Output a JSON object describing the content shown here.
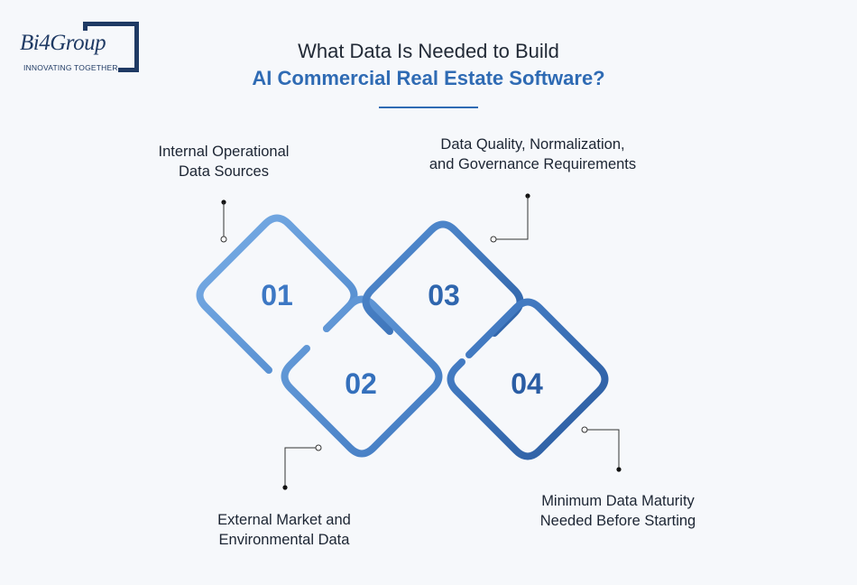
{
  "logo": {
    "wordmark": "Bi4Group",
    "tagline": "INNOVATING TOGETHER"
  },
  "title": {
    "line1": "What Data Is Needed to Build",
    "line2": "AI Commercial Real Estate Software?"
  },
  "colors": {
    "accent": "#2f6bb4",
    "shape_light": "#6aa0dc",
    "shape_dark": "#2f63a8",
    "logo": "#1f3a64",
    "text": "#1c2533"
  },
  "steps": [
    {
      "number": "01",
      "label_lines": [
        "Internal Operational",
        "Data Sources"
      ]
    },
    {
      "number": "02",
      "label_lines": [
        "External Market and",
        "Environmental Data"
      ]
    },
    {
      "number": "03",
      "label_lines": [
        "Data Quality, Normalization,",
        "and Governance Requirements"
      ]
    },
    {
      "number": "04",
      "label_lines": [
        "Minimum Data Maturity",
        "Needed Before Starting"
      ]
    }
  ]
}
